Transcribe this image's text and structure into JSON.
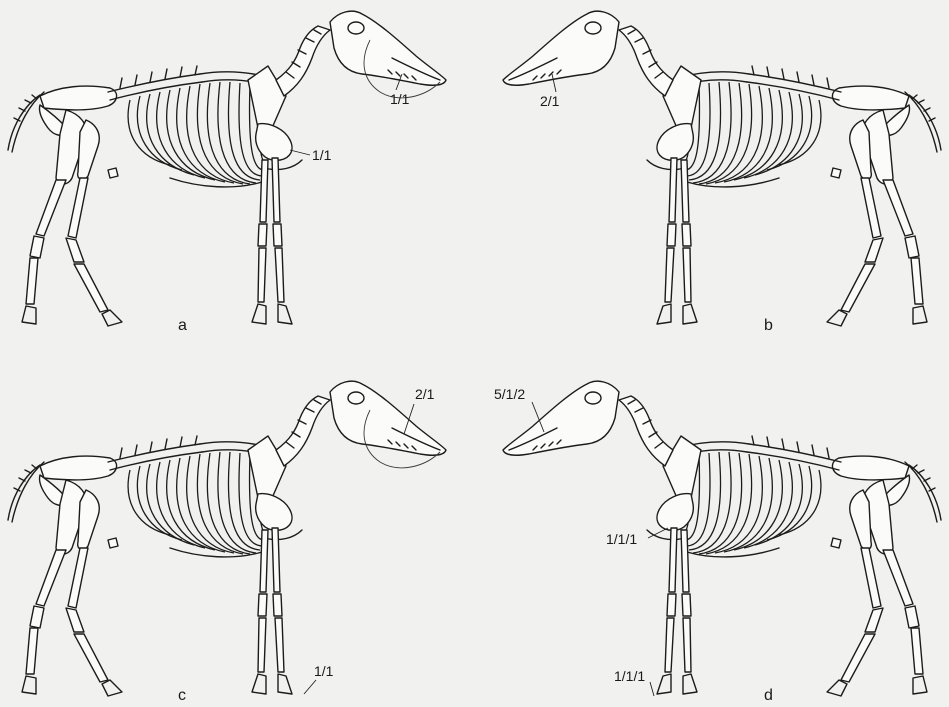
{
  "panels": [
    {
      "letter": "a",
      "side": "right",
      "labels": [
        "1/1",
        "1/1"
      ]
    },
    {
      "letter": "b",
      "side": "left",
      "labels": [
        "2/1"
      ]
    },
    {
      "letter": "c",
      "side": "right",
      "labels": [
        "2/1",
        "1/1"
      ]
    },
    {
      "letter": "d",
      "side": "left",
      "labels": [
        "5/1/2",
        "1/1/1",
        "1/1/1"
      ]
    }
  ]
}
